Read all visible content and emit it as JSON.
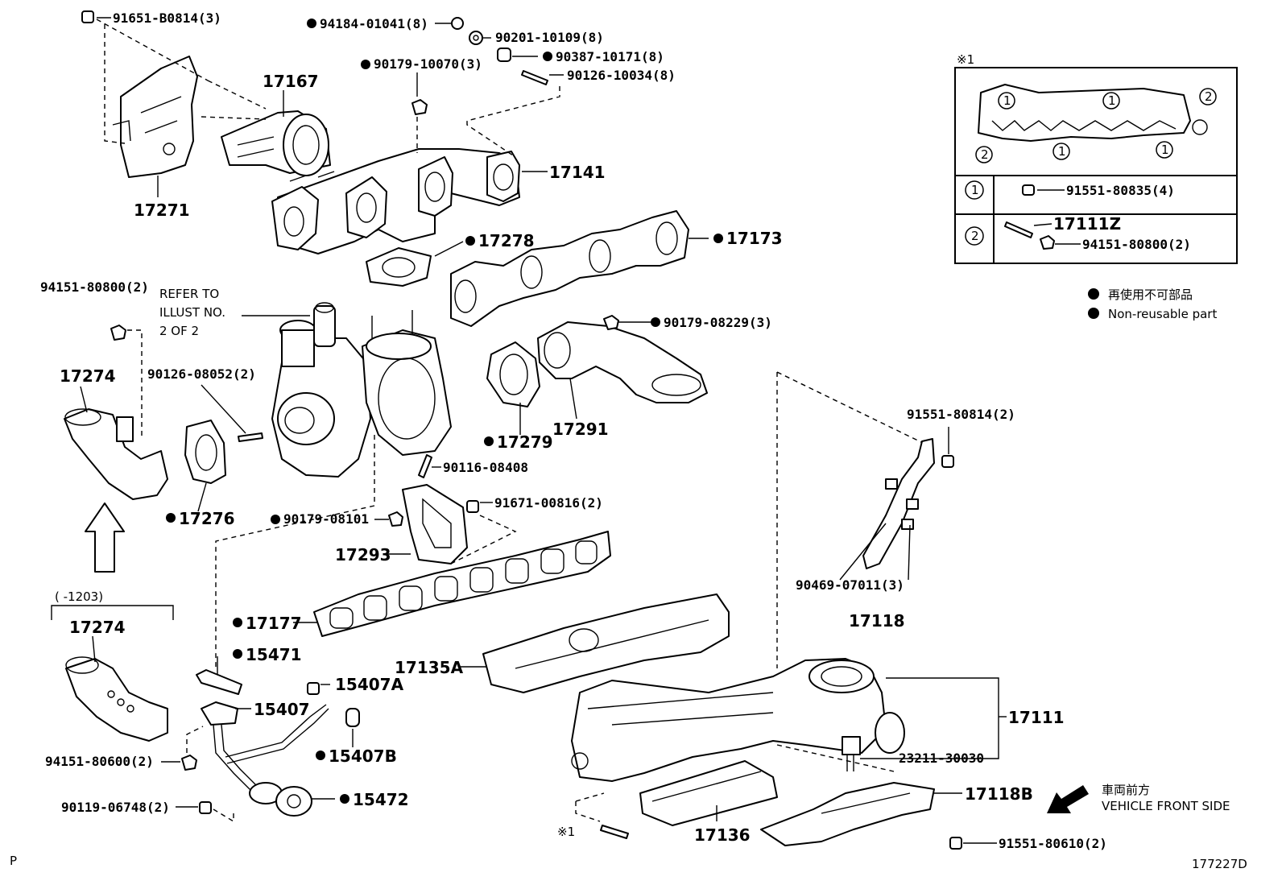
{
  "diagram_id": "177227D",
  "page_marker": "P",
  "labels": {
    "l_91651": "91651-B0814(3)",
    "l_94184": "94184-01041(8)",
    "l_90201": "90201-10109(8)",
    "l_90387": "90387-10171(8)",
    "l_90179_10070": "90179-10070(3)",
    "l_90126_10034": "90126-10034(8)",
    "l_17167": "17167",
    "l_17141": "17141",
    "l_17271": "17271",
    "l_17278": "17278",
    "l_17173": "17173",
    "l_94151_top": "94151-80800(2)",
    "l_refer1": "REFER TO",
    "l_refer2": "ILLUST NO.",
    "l_refer3": "2 OF 2",
    "l_17274a": "17274",
    "l_90126_08052": "90126-08052(2)",
    "l_90179_08229": "90179-08229(3)",
    "l_17279": "17279",
    "l_17291": "17291",
    "l_17276": "17276",
    "l_90116": "90116-08408",
    "l_91671": "91671-00816(2)",
    "l_90179_08101": "90179-08101",
    "l_17293": "17293",
    "l_range": "(      -1203)",
    "l_17274b": "17274",
    "l_17177": "17177",
    "l_15471": "15471",
    "l_17135A": "17135A",
    "l_15407A": "15407A",
    "l_15407": "15407",
    "l_15407B": "15407B",
    "l_94151_80600": "94151-80600(2)",
    "l_15472": "15472",
    "l_90119": "90119-06748(2)",
    "l_91551_80814": "91551-80814(2)",
    "l_90469": "90469-07011(3)",
    "l_17118": "17118",
    "l_17111": "17111",
    "l_23211": "23211-30030",
    "l_17118B": "17118B",
    "l_17136": "17136",
    "l_ref_mark": "※1",
    "l_91551_80610": "91551-80610(2)",
    "l_front_jp": "車両前方",
    "l_front_en": "VEHICLE FRONT SIDE"
  },
  "inset": {
    "title": "※1",
    "c1": "1",
    "c2": "2",
    "row1_symbol": "1",
    "row1_part": "91551-80835(4)",
    "row2_symbol": "2",
    "row2_part_a": "17111Z",
    "row2_part_b": "94151-80800(2)"
  },
  "legend": {
    "jp": "再使用不可部品",
    "en": "Non-reusable part"
  }
}
